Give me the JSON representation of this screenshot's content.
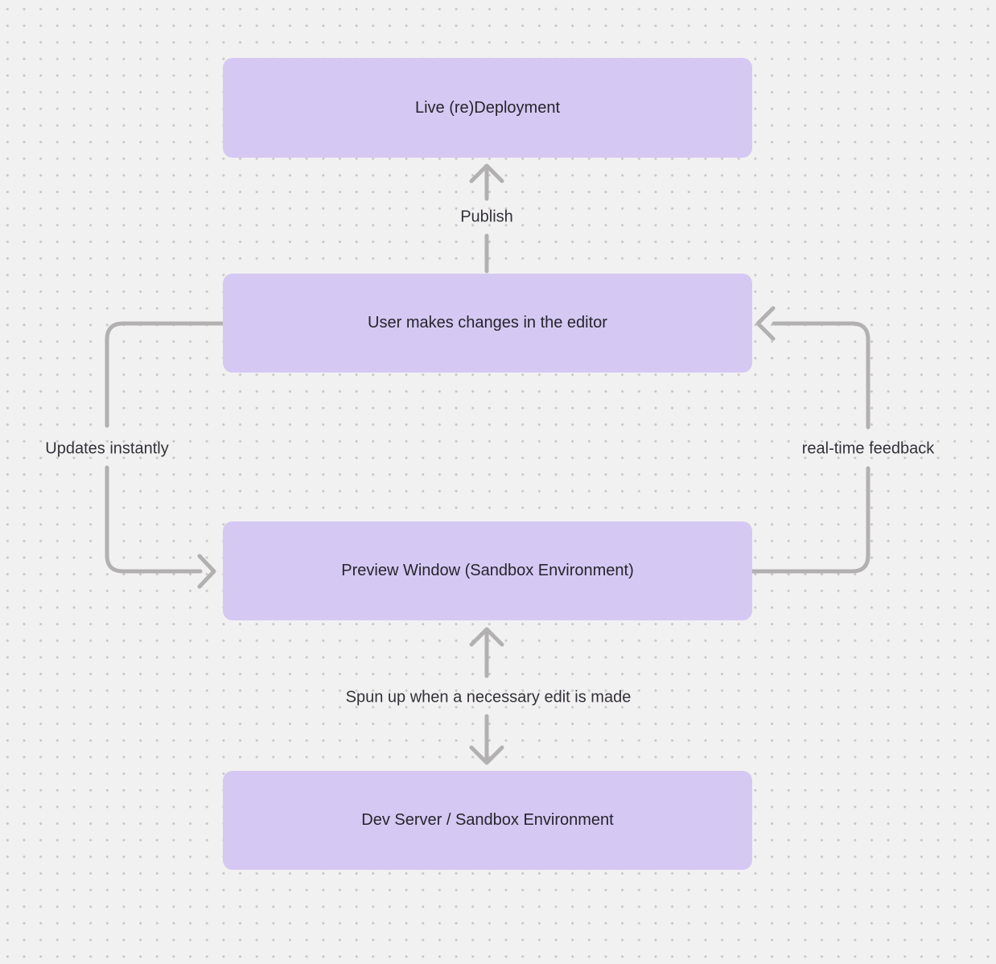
{
  "canvas": {
    "background_color": "#f2f1f1",
    "dot_color": "#c7c5c5",
    "node_fill_color": "#d5c9f3",
    "node_text_color": "#26242c",
    "arrow_color": "#b2b0b0"
  },
  "nodes": [
    {
      "id": "live-redeployment",
      "label": "Live (re)Deployment"
    },
    {
      "id": "user-editor",
      "label": "User makes changes in the editor"
    },
    {
      "id": "preview-window",
      "label": "Preview Window (Sandbox Environment)"
    },
    {
      "id": "dev-server",
      "label": "Dev Server / Sandbox Environment"
    }
  ],
  "edges": [
    {
      "id": "publish",
      "from": "user-editor",
      "to": "live-redeployment",
      "label": "Publish",
      "direction": "up"
    },
    {
      "id": "updates-instantly",
      "from": "user-editor",
      "to": "preview-window",
      "label": "Updates instantly",
      "direction": "left-side-down"
    },
    {
      "id": "real-time-feedback",
      "from": "preview-window",
      "to": "user-editor",
      "label": "real-time feedback",
      "direction": "right-side-up"
    },
    {
      "id": "spun-up",
      "from": "preview-window",
      "to": "dev-server",
      "label": "Spun up when a necessary edit is made",
      "direction": "bidirectional"
    }
  ]
}
